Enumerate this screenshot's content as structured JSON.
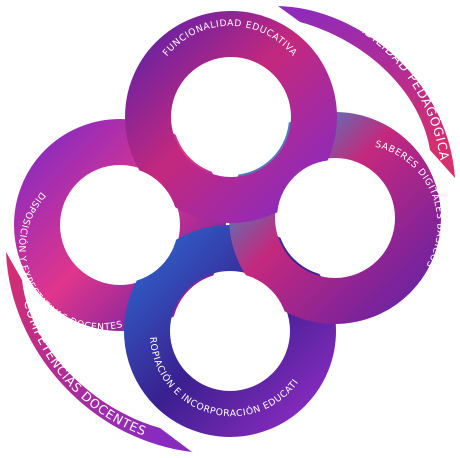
{
  "diagram": {
    "rings": [
      {
        "id": "top",
        "label": "FUNCIONALIDAD EDUCATIVA"
      },
      {
        "id": "right",
        "label": "SABERES DIGITALES BÁSICOS"
      },
      {
        "id": "left",
        "label": "DISPOSICIÓN Y EXPECTATIVAS DOCENTES"
      },
      {
        "id": "bottom",
        "label": "APROPIACIÓN E INCORPORACIÓN EDUCATIVA"
      }
    ],
    "outer_arcs": [
      {
        "id": "top-right",
        "label": "USABILIDAD PEDAGÓGICA"
      },
      {
        "id": "bottom-left",
        "label": "COMPETENCIAS DOCENTES"
      }
    ],
    "colors": {
      "magenta": "#c4287d",
      "pink": "#e0358c",
      "purple": "#6a22a3",
      "violet": "#8a2bbf",
      "blue": "#2f5fc8",
      "cyan": "#1f9fd6",
      "navy": "#3a1f8f"
    }
  }
}
